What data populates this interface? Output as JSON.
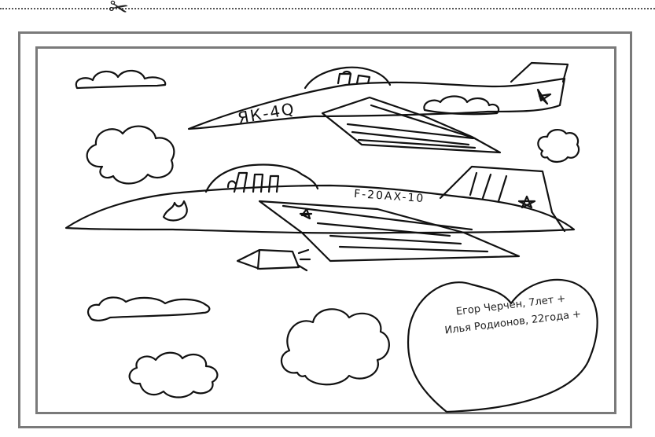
{
  "plane_top": {
    "label": "ЯК-4Q"
  },
  "plane_bottom": {
    "label": "F-20AX-10"
  },
  "caption": {
    "line1": "Егор Черчен, 7лет +",
    "line2": "Илья Родионов, 22года +"
  },
  "colors": {
    "ink": "#111111",
    "frame": "#7a7a7a",
    "cutline": "#555555"
  },
  "icons": [
    "scissors-icon",
    "star-icon",
    "heart-shape",
    "cloud-shape",
    "rocket-shape",
    "flame-shape"
  ]
}
